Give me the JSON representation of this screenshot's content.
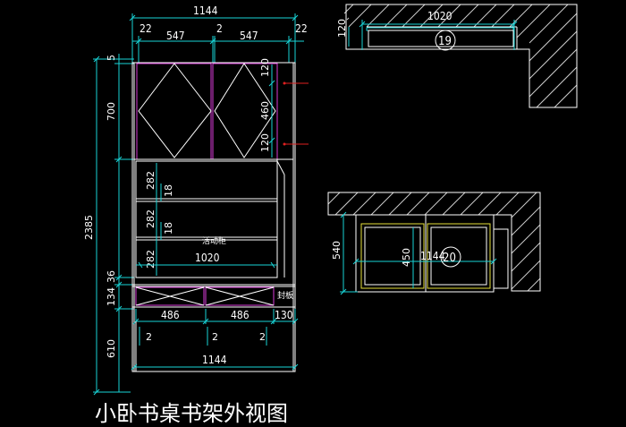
{
  "title": "小卧书桌书架外视图",
  "front": {
    "top_total": "1144",
    "top_left_side": "22",
    "top_left_door": "547",
    "top_gap": "2",
    "top_right_door": "547",
    "top_right_side": "22",
    "overall_height": "2385",
    "top_margin": "5",
    "upper_cabinet": "700",
    "upper_top": "120",
    "upper_mid": "460",
    "upper_bottom": "120",
    "shelf1": "282",
    "shelf_thk1": "18",
    "shelf2": "282",
    "shelf_thk2": "18",
    "shelf3": "282",
    "shelf_width": "1020",
    "movable_cabinet": "活动柜",
    "gap36": "36",
    "drawer_h": "134",
    "bottom_h": "610",
    "drawer1": "486",
    "drawer2": "486",
    "drawer3": "130",
    "seal_note": "封板",
    "leg_gap1": "2",
    "leg_gap2": "2",
    "leg_gap3": "2",
    "bottom_total": "1144"
  },
  "plan_top": {
    "width": "1020",
    "depth": "120",
    "tag": "19"
  },
  "plan_bottom": {
    "depth": "540",
    "inner_depth": "450",
    "width": "1144",
    "tag": "20"
  }
}
